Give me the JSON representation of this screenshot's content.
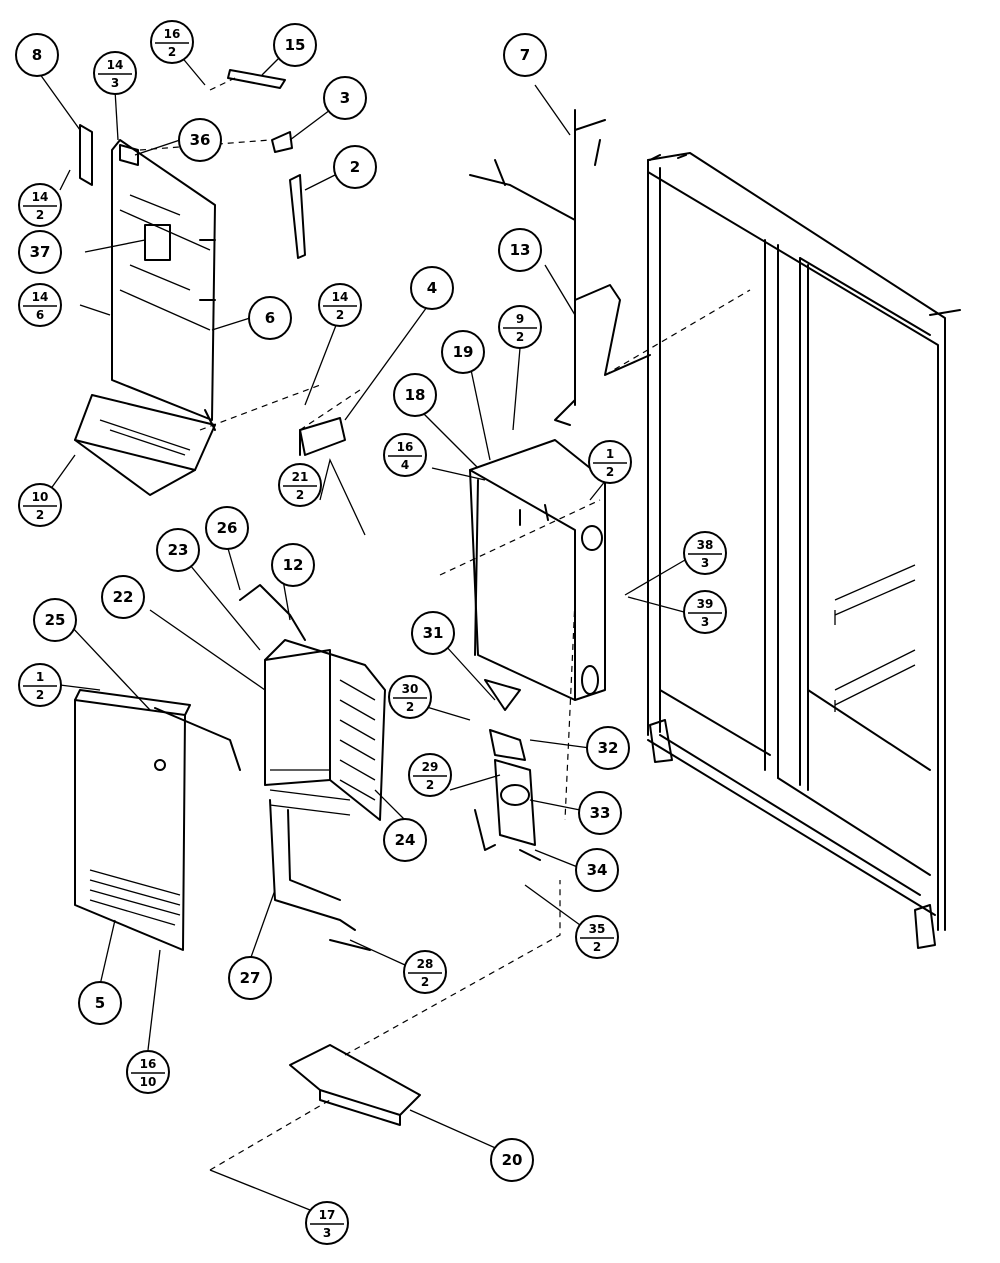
{
  "colors": {
    "ink": "#000000",
    "paper": "#ffffff"
  },
  "callouts": [
    {
      "id": "c8",
      "num": "8"
    },
    {
      "id": "c16-2a",
      "num": "16",
      "qty": "2"
    },
    {
      "id": "c15",
      "num": "15"
    },
    {
      "id": "c14-3a",
      "num": "14",
      "qty": "3"
    },
    {
      "id": "c3",
      "num": "3"
    },
    {
      "id": "c36",
      "num": "36"
    },
    {
      "id": "c2",
      "num": "2"
    },
    {
      "id": "c14-2a",
      "num": "14",
      "qty": "2"
    },
    {
      "id": "c37",
      "num": "37"
    },
    {
      "id": "c14-6",
      "num": "14",
      "qty": "6"
    },
    {
      "id": "c6",
      "num": "6"
    },
    {
      "id": "c14-2b",
      "num": "14",
      "qty": "2"
    },
    {
      "id": "c4",
      "num": "4"
    },
    {
      "id": "c10-2",
      "num": "10",
      "qty": "2"
    },
    {
      "id": "c21-2",
      "num": "21",
      "qty": "2"
    },
    {
      "id": "c7",
      "num": "7"
    },
    {
      "id": "c13",
      "num": "13"
    },
    {
      "id": "c9-2",
      "num": "9",
      "qty": "2"
    },
    {
      "id": "c19",
      "num": "19"
    },
    {
      "id": "c18",
      "num": "18"
    },
    {
      "id": "c16-4",
      "num": "16",
      "qty": "4"
    },
    {
      "id": "c1-2a",
      "num": "1",
      "qty": "2"
    },
    {
      "id": "c38-3a",
      "num": "38",
      "qty": "3"
    },
    {
      "id": "c39-3",
      "num": "39",
      "qty": "3"
    },
    {
      "id": "c26",
      "num": "26"
    },
    {
      "id": "c23",
      "num": "23"
    },
    {
      "id": "c12",
      "num": "12"
    },
    {
      "id": "c22",
      "num": "22"
    },
    {
      "id": "c25",
      "num": "25"
    },
    {
      "id": "c1-2b",
      "num": "1",
      "qty": "2"
    },
    {
      "id": "c31",
      "num": "31"
    },
    {
      "id": "c30-2",
      "num": "30",
      "qty": "2"
    },
    {
      "id": "c32",
      "num": "32"
    },
    {
      "id": "c29-2",
      "num": "29",
      "qty": "2"
    },
    {
      "id": "c33",
      "num": "33"
    },
    {
      "id": "c24",
      "num": "24"
    },
    {
      "id": "c34",
      "num": "34"
    },
    {
      "id": "c35-2",
      "num": "35",
      "qty": "2"
    },
    {
      "id": "c5",
      "num": "5"
    },
    {
      "id": "c27",
      "num": "27"
    },
    {
      "id": "c28-2",
      "num": "28",
      "qty": "2"
    },
    {
      "id": "c16-10",
      "num": "16",
      "qty": "10"
    },
    {
      "id": "c20",
      "num": "20"
    },
    {
      "id": "c17-3",
      "num": "17",
      "qty": "3"
    }
  ]
}
